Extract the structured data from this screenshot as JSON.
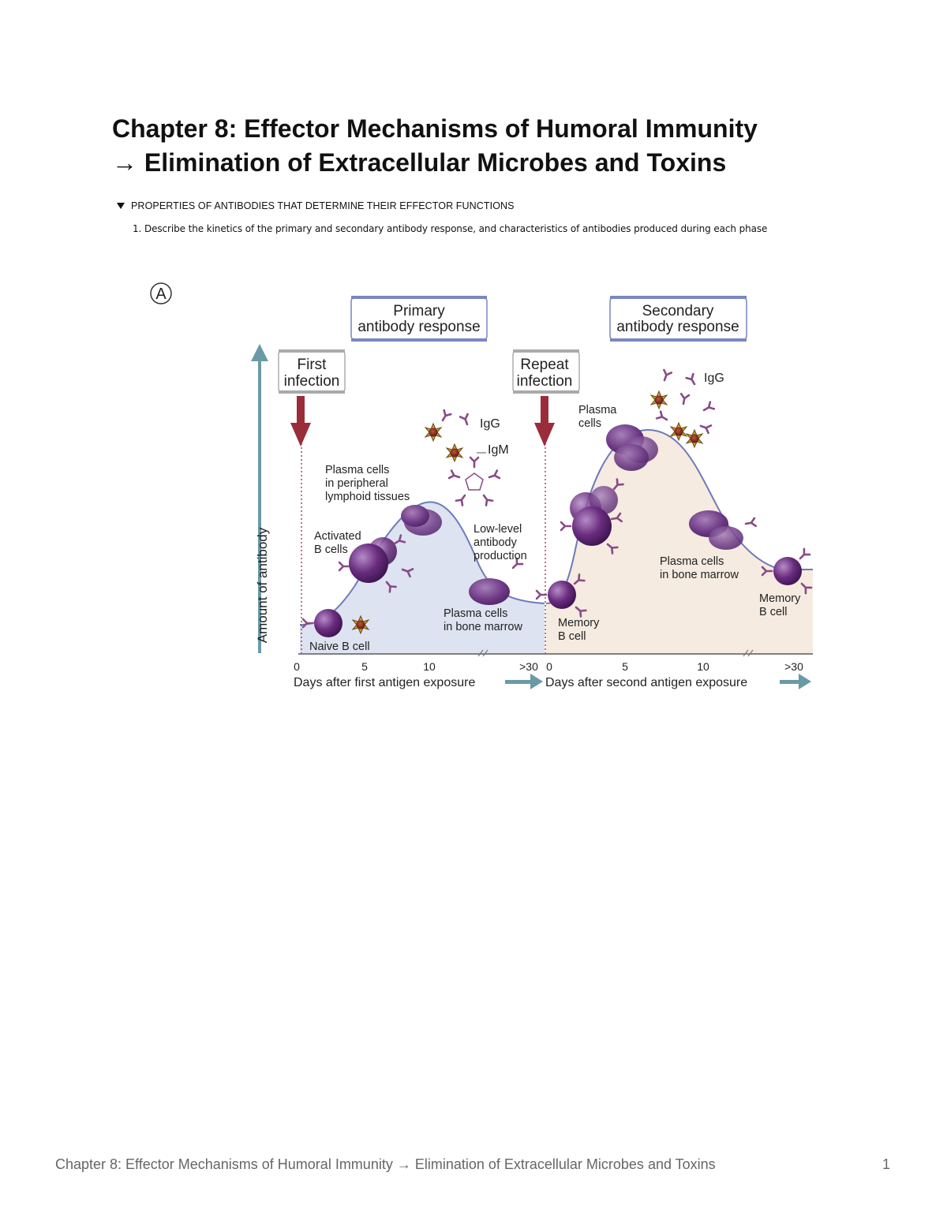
{
  "document": {
    "title_line1": "Chapter 8: Effector Mechanisms of Humoral Immunity",
    "title_line2": "→ Elimination of Extracellular Microbes and Toxins",
    "section_heading": "PROPERTIES OF ANTIBODIES THAT DETERMINE THEIR EFFECTOR FUNCTIONS",
    "question": "1. Describe the kinetics of the primary and secondary antibody response, and characteristics of antibodies produced during each phase"
  },
  "figure": {
    "panel_label": "A",
    "y_axis_label": "Amount of antibody",
    "primary": {
      "header_line1": "Primary",
      "header_line2": "antibody response",
      "event_line1": "First",
      "event_line2": "infection",
      "x_label": "Days after first antigen exposure",
      "ticks": [
        "0",
        "5",
        "10",
        ">30"
      ],
      "labels": {
        "naive": "Naive B cell",
        "activated_line1": "Activated",
        "activated_line2": "B cells",
        "plasma_peripheral_line1": "Plasma cells",
        "plasma_peripheral_line2": "in peripheral",
        "plasma_peripheral_line3": "lymphoid tissues",
        "igg": "IgG",
        "igm": "IgM",
        "lowlevel_line1": "Low-level",
        "lowlevel_line2": "antibody",
        "lowlevel_line3": "production",
        "plasma_bm_line1": "Plasma cells",
        "plasma_bm_line2": "in bone marrow"
      }
    },
    "secondary": {
      "header_line1": "Secondary",
      "header_line2": "antibody response",
      "event_line1": "Repeat",
      "event_line2": "infection",
      "x_label": "Days after second antigen exposure",
      "ticks": [
        "0",
        "5",
        "10",
        ">30"
      ],
      "labels": {
        "plasma_line1": "Plasma",
        "plasma_line2": "cells",
        "igg": "IgG",
        "memory_line1": "Memory",
        "memory_line2": "B cell",
        "plasma_bm_line1": "Plasma cells",
        "plasma_bm_line2": "in bone marrow",
        "memory2_line1": "Memory",
        "memory2_line2": "B cell"
      }
    },
    "colors": {
      "primary_fill": "#dde3f0",
      "secondary_fill": "#f5ebe0",
      "curve": "#6f7bb8",
      "arrow": "#9b2d3a",
      "axis_arrow": "#6a9aa6",
      "cell": "#6a2d7e",
      "antibody": "#8a4a86"
    }
  },
  "footer": {
    "text": "Chapter 8: Effector Mechanisms of Humoral Immunity → Elimination of Extracellular Microbes and Toxins",
    "page": "1"
  }
}
